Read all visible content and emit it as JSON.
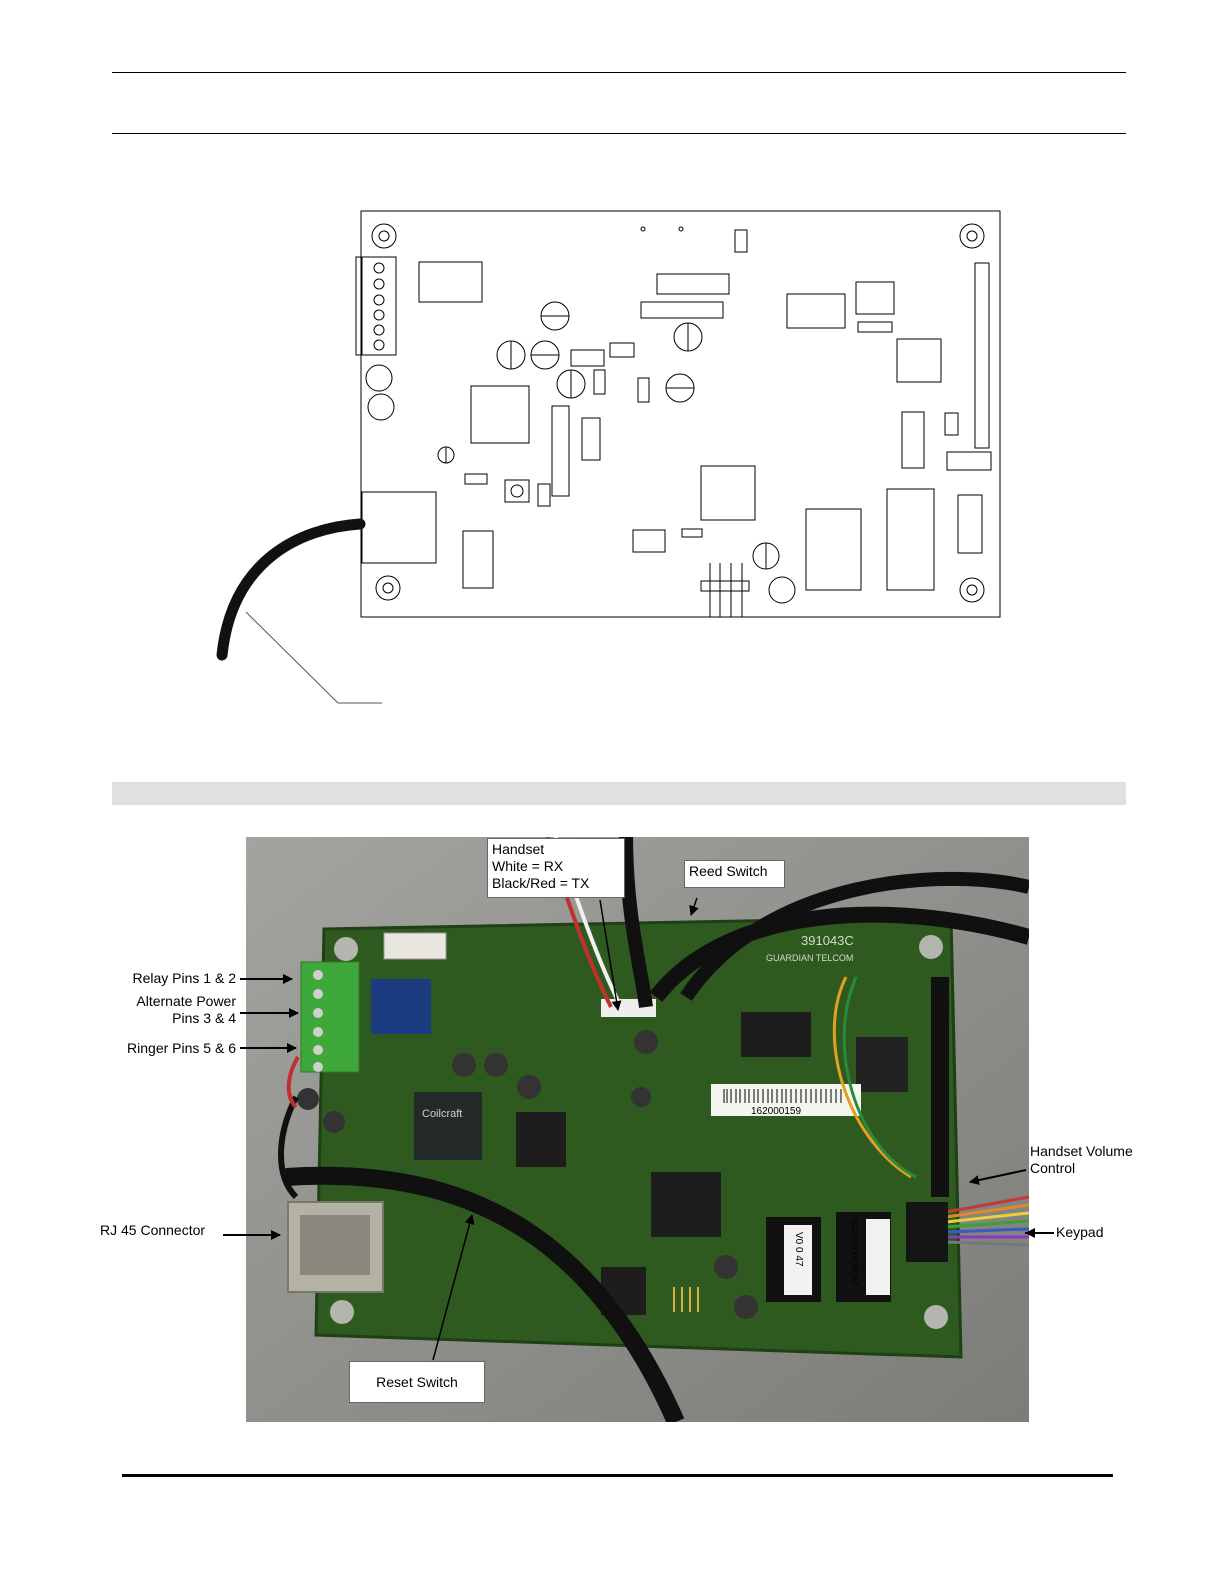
{
  "document": {
    "callouts": {
      "handset": [
        "Handset",
        "White = RX",
        "Black/Red = TX"
      ],
      "reed_switch": "Reed Switch",
      "relay_pins": "Relay Pins 1 & 2",
      "alternate_power": [
        "Alternate Power",
        "Pins 3 & 4"
      ],
      "ringer_pins": "Ringer Pins 5 & 6",
      "rj45": "RJ 45 Connector",
      "handset_volume": [
        "Handset Volume",
        "Control"
      ],
      "keypad": "Keypad",
      "reset_switch": "Reset Switch"
    },
    "board_markings": {
      "model": "391043C",
      "maker": "GUARDIAN TELCOM",
      "serial": "162000159",
      "chip_label_1": "V0 0 47",
      "chip_label_2": "00:20:F7:01:8E:A7",
      "transformer": "Coilcraft"
    },
    "colors": {
      "rule": "#000000",
      "section_band": "#e0e0e0",
      "pcb_green": "#2f5a1f",
      "terminal_green": "#3fa83a",
      "cable": "#111111"
    }
  }
}
